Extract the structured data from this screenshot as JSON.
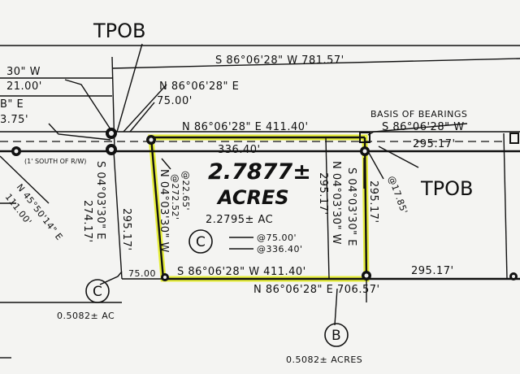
{
  "colors": {
    "highlight": "#e6ee3a",
    "ink": "#111111",
    "paper": "#f4f4f2"
  },
  "labels": {
    "tpob_top": "TPOB",
    "tpob_right": "TPOB",
    "top_bearing": "S 86°06'28\" W   781.57'",
    "frag_30_w": "30\" W",
    "frag_21": "21.00'",
    "frag_b_e": "B\" E",
    "frag_375": "3.75'",
    "n_bearing_upper": "N 86°06'28\" E",
    "n_dist_upper": "75.00'",
    "basis_of_bearings": "BASIS OF BEARINGS",
    "top_line_bearing": "N 86°06'28\" E   411.40'",
    "basis_bearing": "S 86°06'28\" W",
    "dist_33640": "336.40'",
    "dist_29517_right": "295.17'",
    "south_of_rw": "(1' SOUTH OF R/W)",
    "area_big": "2.7877±",
    "area_acres": "ACRES",
    "area_small": "2.2795± AC",
    "at_22_65": "@22.65'",
    "at_272_52": "@272.52'",
    "at_17_85": "@17.85'",
    "at_75": "@75.00'",
    "at_336_40": "@336.40'",
    "left_dim_1": "S 04°03'30\" E",
    "left_dim_2": "274.17'",
    "left_dim_3": "295.17'",
    "inner_left_bearing": "N 04°03'30\" W",
    "inner_right_dist": "295.17'",
    "inner_right_bearing": "N 04°03'30\" W",
    "right_side_bearing": "S 04°03'30\" E",
    "right_side_dist": "295.17'",
    "diag_bearing": "N 45°50'14\" E",
    "diag_dist": "111.00'",
    "bottom_75": "75.00",
    "bottom_bearing": "S 86°06'28\" W   411.40'",
    "bottom_right_dist": "295.17'",
    "bottom_n_bearing": "N 86°06'28\" E   706.57'",
    "circle_c_mid": "C",
    "circle_c_left": "C",
    "circle_b": "B",
    "area_c_left": "0.5082± AC",
    "area_b": "0.5082± ACRES"
  }
}
